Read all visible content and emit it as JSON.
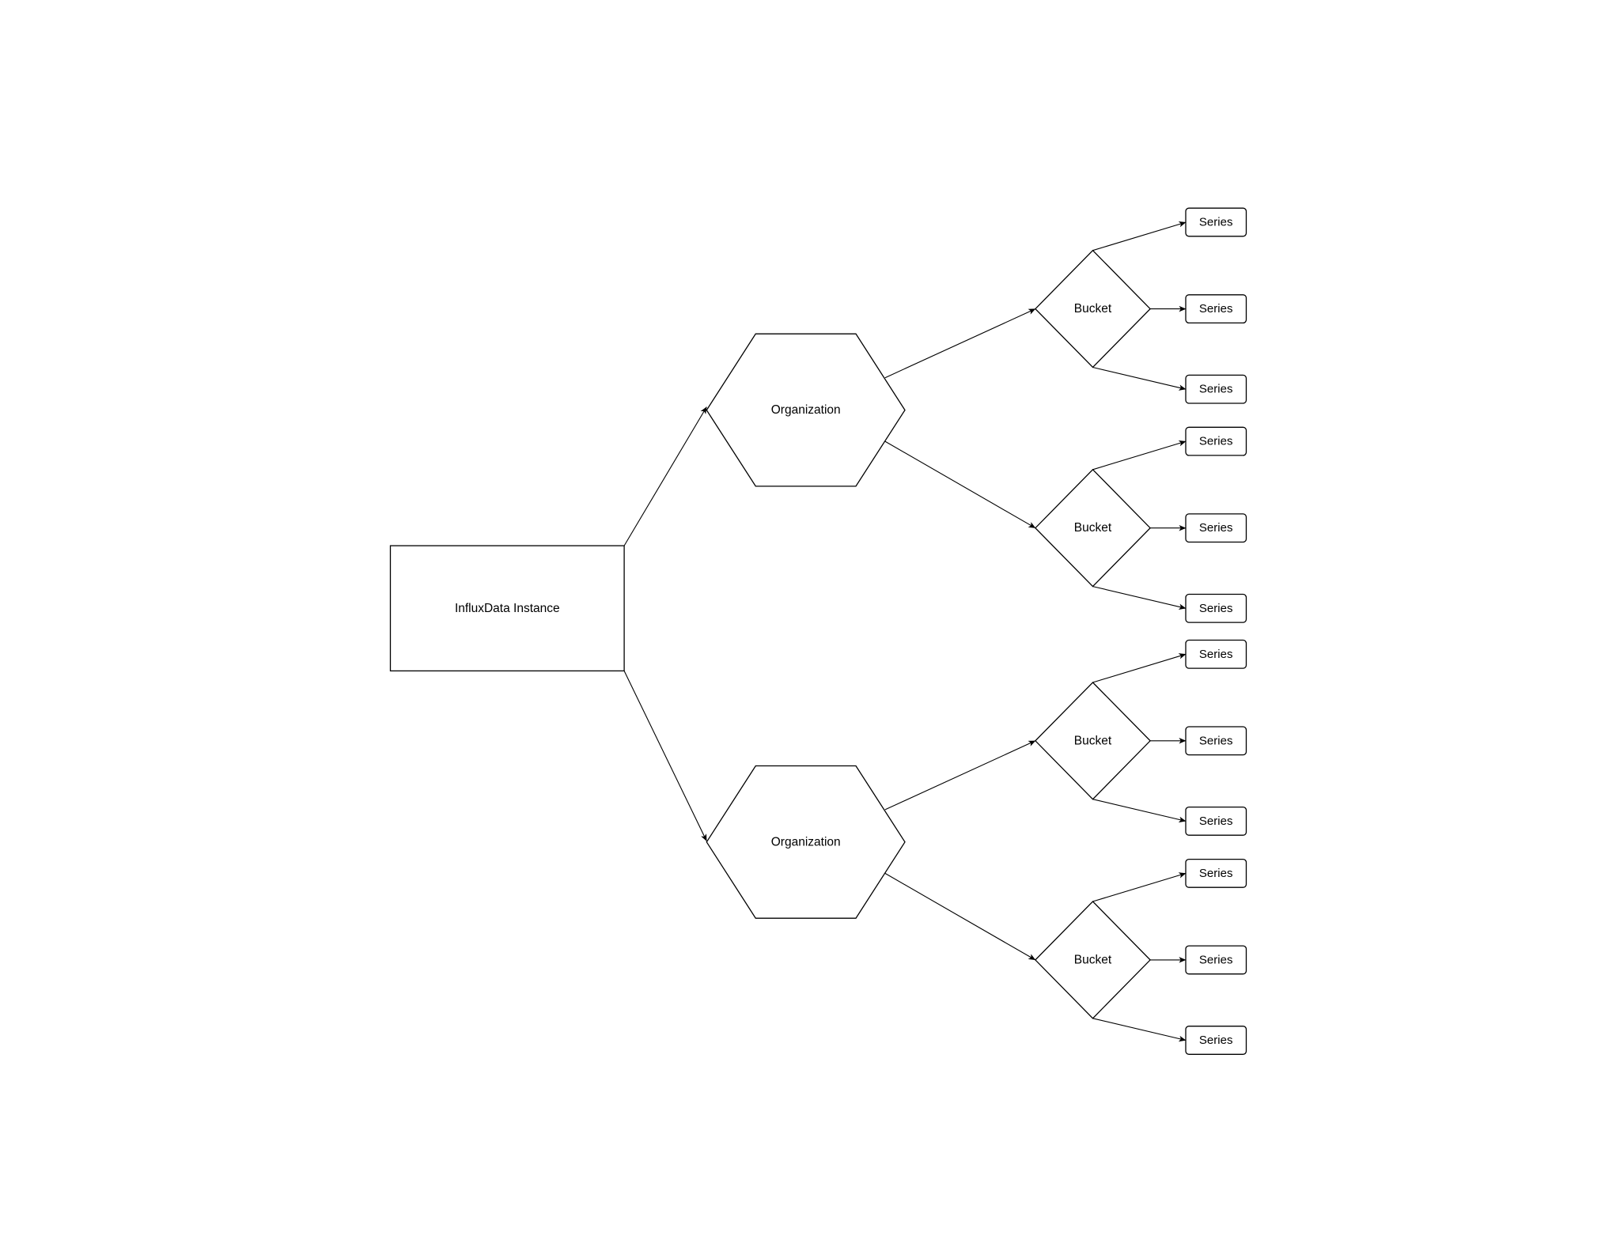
{
  "diagram": {
    "root": {
      "label": "InfluxData Instance"
    },
    "organizations": [
      {
        "label": "Organization",
        "buckets": [
          {
            "label": "Bucket",
            "series": [
              "Series",
              "Series",
              "Series"
            ]
          },
          {
            "label": "Bucket",
            "series": [
              "Series",
              "Series",
              "Series"
            ]
          }
        ]
      },
      {
        "label": "Organization",
        "buckets": [
          {
            "label": "Bucket",
            "series": [
              "Series",
              "Series",
              "Series"
            ]
          },
          {
            "label": "Bucket",
            "series": [
              "Series",
              "Series",
              "Series"
            ]
          }
        ]
      }
    ]
  }
}
